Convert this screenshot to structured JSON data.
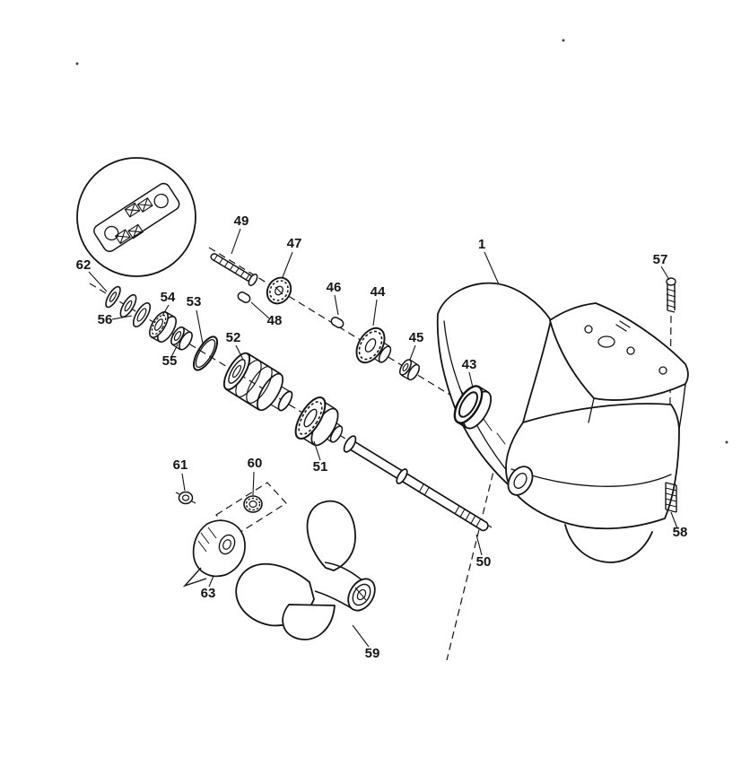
{
  "figure": {
    "kind": "exploded parts diagram",
    "subject": "outboard lower-unit gear housing, propeller shaft, bearings and propeller",
    "background_color": "#ffffff",
    "ink_color": "#141414"
  },
  "callouts": [
    {
      "label": "1"
    },
    {
      "label": "43"
    },
    {
      "label": "44"
    },
    {
      "label": "45"
    },
    {
      "label": "46"
    },
    {
      "label": "47"
    },
    {
      "label": "48"
    },
    {
      "label": "49"
    },
    {
      "label": "50"
    },
    {
      "label": "51"
    },
    {
      "label": "52"
    },
    {
      "label": "53"
    },
    {
      "label": "54"
    },
    {
      "label": "55"
    },
    {
      "label": "56"
    },
    {
      "label": "57"
    },
    {
      "label": "58"
    },
    {
      "label": "59"
    },
    {
      "label": "60"
    },
    {
      "label": "61"
    },
    {
      "label": "62"
    },
    {
      "label": "63"
    }
  ]
}
